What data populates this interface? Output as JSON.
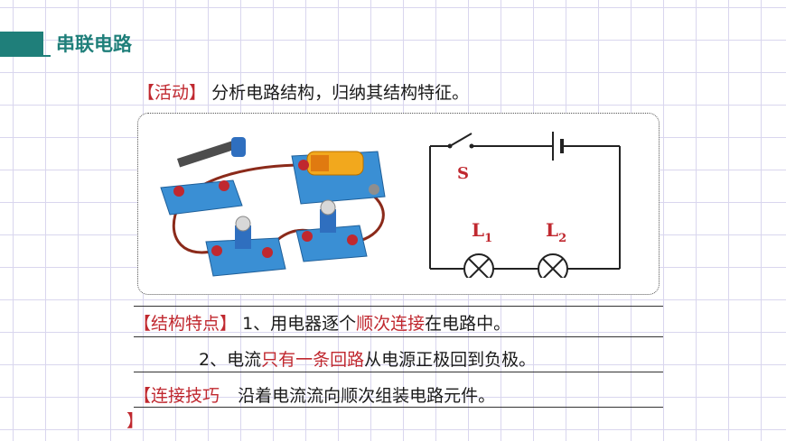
{
  "section": {
    "title": "串联电路"
  },
  "activity": {
    "tag": "【活动】",
    "text": "分析电路结构，归纳其结构特征。"
  },
  "diagram": {
    "switch_label": "S",
    "lamp1_label": "L",
    "lamp1_sub": "1",
    "lamp2_label": "L",
    "lamp2_sub": "2"
  },
  "features": {
    "tag": "【结构特点】",
    "line1_prefix": "1、用电器逐个",
    "line1_highlight": "顺次连接",
    "line1_suffix": "在电路中。",
    "line2_prefix": "2、电流",
    "line2_highlight": "只有一条回路",
    "line2_suffix": "从电源正极回到负极。"
  },
  "tips": {
    "tag": "【连接技巧",
    "text": "沿着电流流向顺次组装电路元件。",
    "closing_bracket": "】"
  },
  "colors": {
    "accent": "#1f7f7a",
    "highlight": "#c0282f"
  }
}
